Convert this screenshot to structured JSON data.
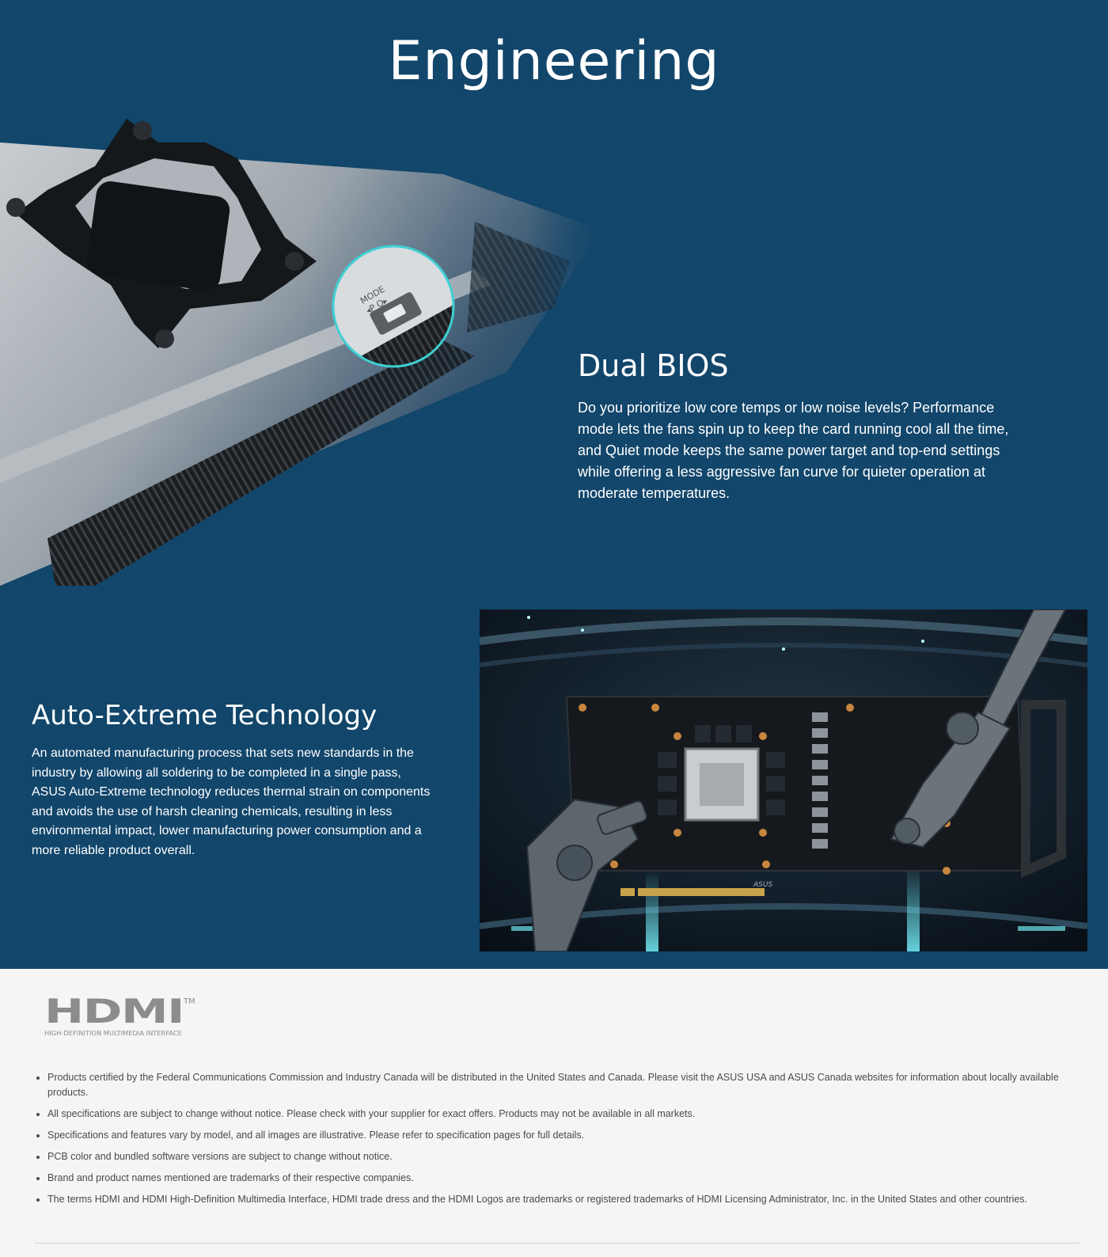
{
  "hero": {
    "title": "Engineering",
    "background": "#12466b",
    "switch_labels": {
      "mode": "MODE",
      "options": "◂P Q▸"
    }
  },
  "dual_bios": {
    "title": "Dual BIOS",
    "text": "Do you prioritize low core temps or low noise levels? Performance mode lets the fans spin up to keep the card running cool all the time, and Quiet mode keeps the same power target and top-end settings while offering a less aggressive fan curve for quieter operation at moderate temperatures."
  },
  "auto_extreme": {
    "title": "Auto-Extreme Technology",
    "text": "An automated manufacturing process that sets new standards in the industry by allowing all soldering to be completed in a single pass, ASUS Auto-Extreme technology reduces thermal strain on components and avoids the use of harsh cleaning chemicals, resulting in less environmental impact, lower manufacturing power consumption and a more reliable product overall.",
    "board_brand": "ASUS"
  },
  "footer": {
    "hdmi_logo": {
      "word": "HDMI",
      "tm": "TM",
      "tagline": "HIGH-DEFINITION MULTIMEDIA INTERFACE"
    },
    "notes": [
      "Products certified by the Federal Communications Commission and Industry Canada will be distributed in the United States and Canada. Please visit the ASUS USA and ASUS Canada websites for information about locally available products.",
      "All specifications are subject to change without notice. Please check with your supplier for exact offers. Products may not be available in all markets.",
      "Specifications and features vary by model, and all images are illustrative. Please refer to specification pages for full details.",
      "PCB color and bundled software versions are subject to change without notice.",
      "Brand and product names mentioned are trademarks of their respective companies.",
      "The terms HDMI and HDMI High-Definition Multimedia Interface, HDMI trade dress and the HDMI Logos are trademarks or registered trademarks of HDMI Licensing Administrator, Inc. in the United States and other countries."
    ]
  }
}
